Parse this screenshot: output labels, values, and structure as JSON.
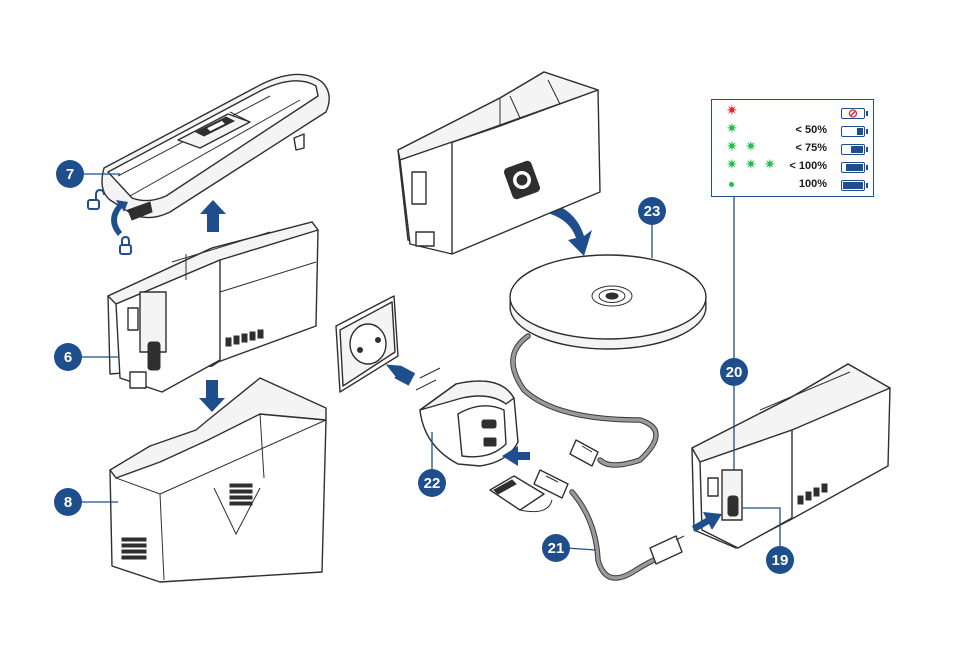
{
  "callouts": {
    "c7": "7",
    "c6": "6",
    "c8": "8",
    "c22": "22",
    "c23": "23",
    "c21": "21",
    "c20": "20",
    "c19": "19"
  },
  "legend": {
    "rows": [
      {
        "label": "",
        "led_color": "#e8262a",
        "led_count": 1,
        "led_shape": "star",
        "battery_icon": "battery-empty-crossed-icon",
        "fill_level": 0
      },
      {
        "label": "< 50%",
        "led_color": "#1fbf4f",
        "led_count": 1,
        "led_shape": "star",
        "battery_icon": "battery-icon",
        "fill_level": 0.3
      },
      {
        "label": "< 75%",
        "led_color": "#1fbf4f",
        "led_count": 2,
        "led_shape": "star",
        "battery_icon": "battery-icon",
        "fill_level": 0.6
      },
      {
        "label": "< 100%",
        "led_color": "#1fbf4f",
        "led_count": 3,
        "led_shape": "star",
        "battery_icon": "battery-icon",
        "fill_level": 0.85
      },
      {
        "label": "100%",
        "led_color": "#1fbf4f",
        "led_count": 1,
        "led_shape": "dot",
        "battery_icon": "battery-icon",
        "fill_level": 1
      }
    ]
  },
  "colors": {
    "accent": "#1f4e8c",
    "led_red": "#e8262a",
    "led_green": "#1fbf4f"
  }
}
